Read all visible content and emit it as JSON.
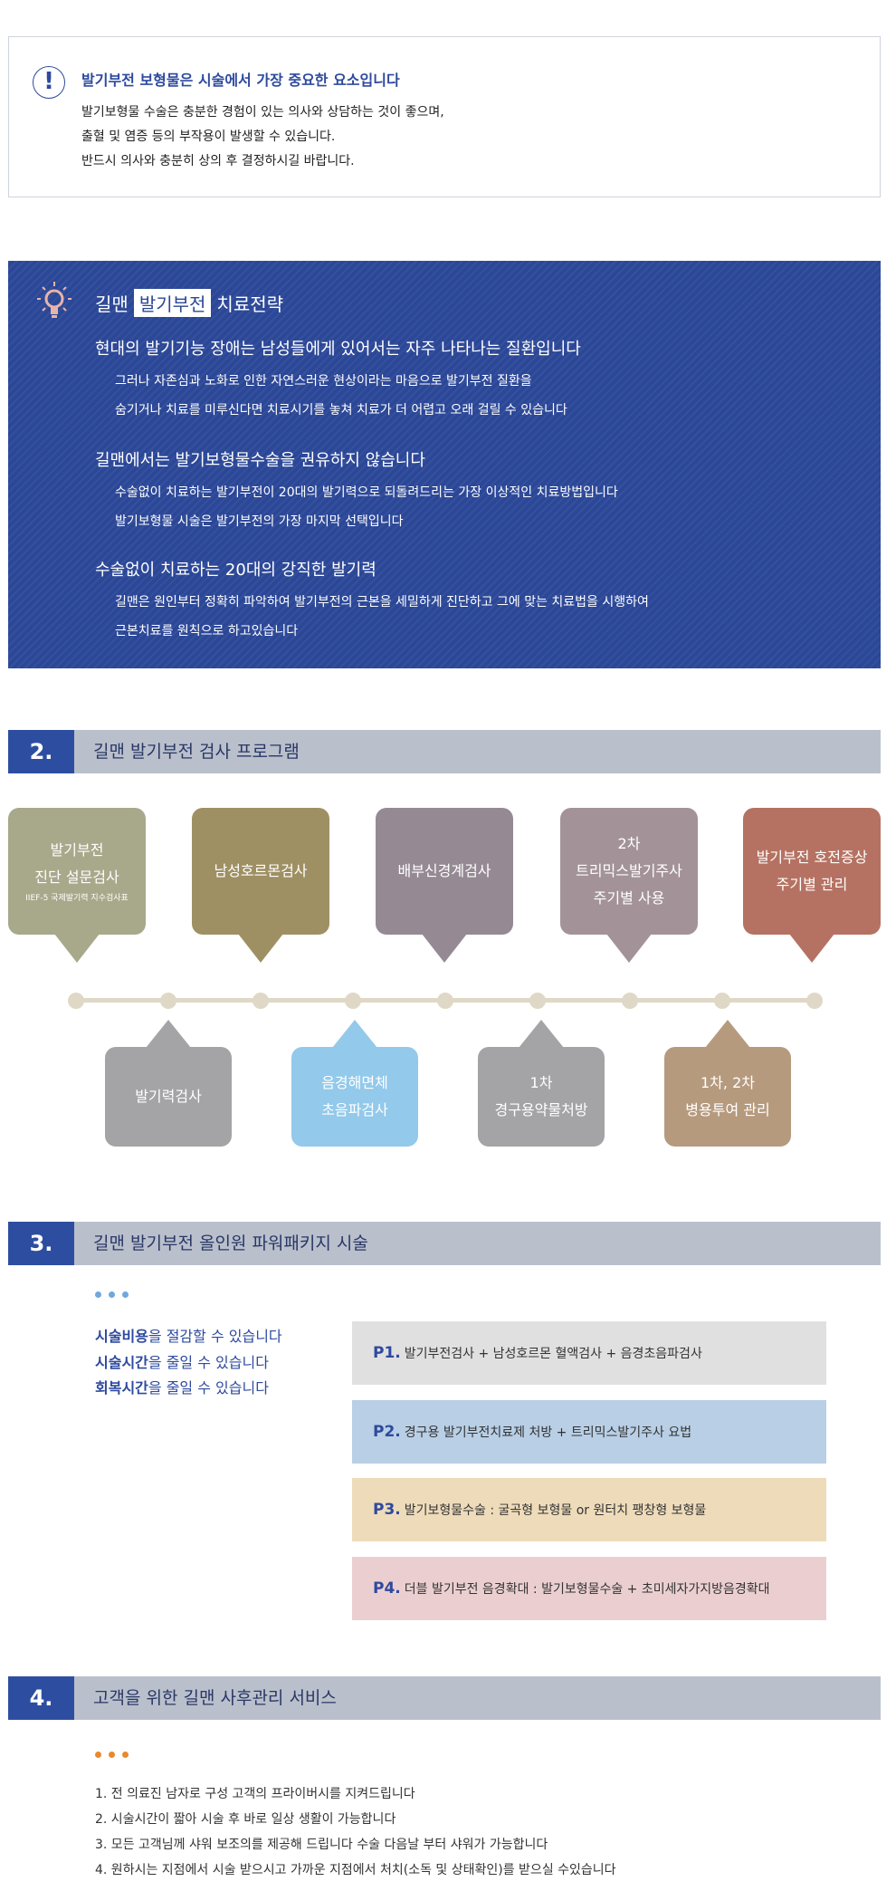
{
  "notice": {
    "icon": "exclamation-icon",
    "title": "발기부전 보형물은 시술에서 가장 중요한 요소입니다",
    "lines": [
      "발기보형물 수술은 충분한 경험이 있는 의사와 상담하는 것이 좋으며,",
      "출혈 및 염증 등의 부작용이 발생할 수 있습니다.",
      "반드시 의사와 충분히 상의 후 결정하시길 바랍니다."
    ]
  },
  "strategy": {
    "icon": "lightbulb-icon",
    "title_pre": "길맨",
    "title_highlight": "발기부전",
    "title_post": "치료전략",
    "blocks": [
      {
        "heading": "현대의 발기기능 장애는 남성들에게 있어서는 자주 나타나는 질환입니다",
        "lines": [
          "그러나 자존심과 노화로 인한 자연스러운 현상이라는 마음으로 발기부전 질환을",
          "숨기거나 치료를 미루신다면 치료시기를 놓쳐 치료가 더 어렵고 오래 걸릴 수 있습니다"
        ]
      },
      {
        "heading": "길맨에서는 발기보형물수술을 권유하지 않습니다",
        "lines": [
          "수술없이 치료하는 발기부전이 20대의 발기력으로 되돌려드리는 가장 이상적인 치료방법입니다",
          "발기보형물 시술은 발기부전의 가장 마지막 선택입니다"
        ]
      },
      {
        "heading": "수술없이 치료하는 20대의 강직한 발기력",
        "lines": [
          "길맨은 원인부터 정확히 파악하여  발기부전의 근본을 세밀하게 진단하고 그에 맞는 치료법을 시행하여",
          "근본치료를 원칙으로 하고있습니다"
        ]
      }
    ]
  },
  "section2": {
    "number": "2.",
    "title": "길맨 발기부전 검사 프로그램",
    "top": [
      {
        "lines": [
          "발기부전",
          "진단 설문검사"
        ],
        "small": "IIEF-5 국제발기력 지수검사표",
        "color": "#a8a88b"
      },
      {
        "lines": [
          "남성호르몬검사"
        ],
        "color": "#9f9064"
      },
      {
        "lines": [
          "배부신경계검사"
        ],
        "color": "#958a93"
      },
      {
        "lines": [
          "2차",
          "트리믹스발기주사",
          "주기별 사용"
        ],
        "color": "#a39398"
      },
      {
        "lines": [
          "발기부전 호전증상",
          "주기별 관리"
        ],
        "color": "#b57262"
      }
    ],
    "bottom": [
      {
        "lines": [
          "발기력검사"
        ],
        "color": "#a4a4a6"
      },
      {
        "lines": [
          "음경해면체",
          "초음파검사"
        ],
        "color": "#93c9ea"
      },
      {
        "lines": [
          "1차",
          "경구용약물처방"
        ],
        "color": "#a4a4a6"
      },
      {
        "lines": [
          "1차, 2차",
          "병용투여 관리"
        ],
        "color": "#b69a7e"
      }
    ]
  },
  "section3": {
    "number": "3.",
    "title": "길맨 발기부전 올인원 파워패키지 시술",
    "dot_color": "#6fa8dc",
    "benefits": [
      {
        "bold": "시술비용",
        "rest": "을 절감할 수 있습니다"
      },
      {
        "bold": "시술시간",
        "rest": "을 줄일 수 있습니다"
      },
      {
        "bold": "회복시간",
        "rest": "을 줄일 수 있습니다"
      }
    ],
    "packages": [
      {
        "code": "P1.",
        "text": "발기부전검사 + 남성호르몬 혈액검사 + 음경초음파검사",
        "color": "#e0e0e0"
      },
      {
        "code": "P2.",
        "text": "경구용 발기부전치료제 처방 + 트리믹스발기주사 요법",
        "color": "#b8cfe6"
      },
      {
        "code": "P3.",
        "text": "발기보형물수술 : 굴곡형 보형물 or 원터치 팽창형 보형물",
        "color": "#eedbba"
      },
      {
        "code": "P4.",
        "text": "더블 발기부전 음경확대 : 발기보형물수술 + 초미세자가지방음경확대",
        "color": "#ebcfd0"
      }
    ]
  },
  "section4": {
    "number": "4.",
    "title": "고객을 위한 길맨 사후관리 서비스",
    "dot_color": "#e8892b",
    "items": [
      "1. 전 의료진 남자로 구성 고객의 프라이버시를 지켜드립니다",
      "2. 시술시간이 짧아 시술 후 바로 일상 생활이 가능합니다",
      "3. 모든 고객님께 샤워 보조의를 제공해 드립니다 수술 다음날 부터 샤워가 가능합니다",
      "4. 원하시는 지점에서 시술 받으시고 가까운 지점에서 처치(소독 및 상태확인)를 받으실 수있습니다"
    ]
  }
}
